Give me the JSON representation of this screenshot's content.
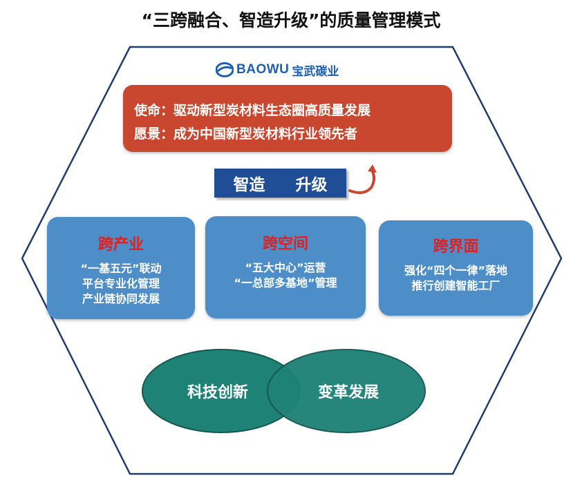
{
  "title": "“三跨融合、智造升级”的质量管理模式",
  "logo": {
    "brand": "BAOWU",
    "name_cn": "宝武碳业",
    "icon": "baowu-logo-icon"
  },
  "mission_box": {
    "mission": "使命：驱动新型炭材料生态圈高质量发展",
    "vision": "愿景：成为中国新型炭材料行业领先者"
  },
  "upgrade": {
    "left": "智造",
    "right": "升级"
  },
  "cards": [
    {
      "heading": "跨产业",
      "lines": [
        "“一基五元”联动",
        "平台专业化管理",
        "产业链协同发展"
      ]
    },
    {
      "heading": "跨空间",
      "lines": [
        "“五大中心”运营",
        "“一总部多基地”管理"
      ]
    },
    {
      "heading": "跨界面",
      "lines": [
        "强化“四个一律”落地",
        "推行创建智能工厂"
      ]
    }
  ],
  "ellipses": {
    "left": "科技创新",
    "right": "变革发展"
  },
  "colors": {
    "hexagon_stroke": "#1f3b6e",
    "mission_bg": "#c9472e",
    "upgrade_bg": "#1f4e97",
    "card_bg": "#4d8ec9",
    "card_heading": "#e02020",
    "ellipse_bg": "#1f8277",
    "logo": "#1d5fb3"
  }
}
